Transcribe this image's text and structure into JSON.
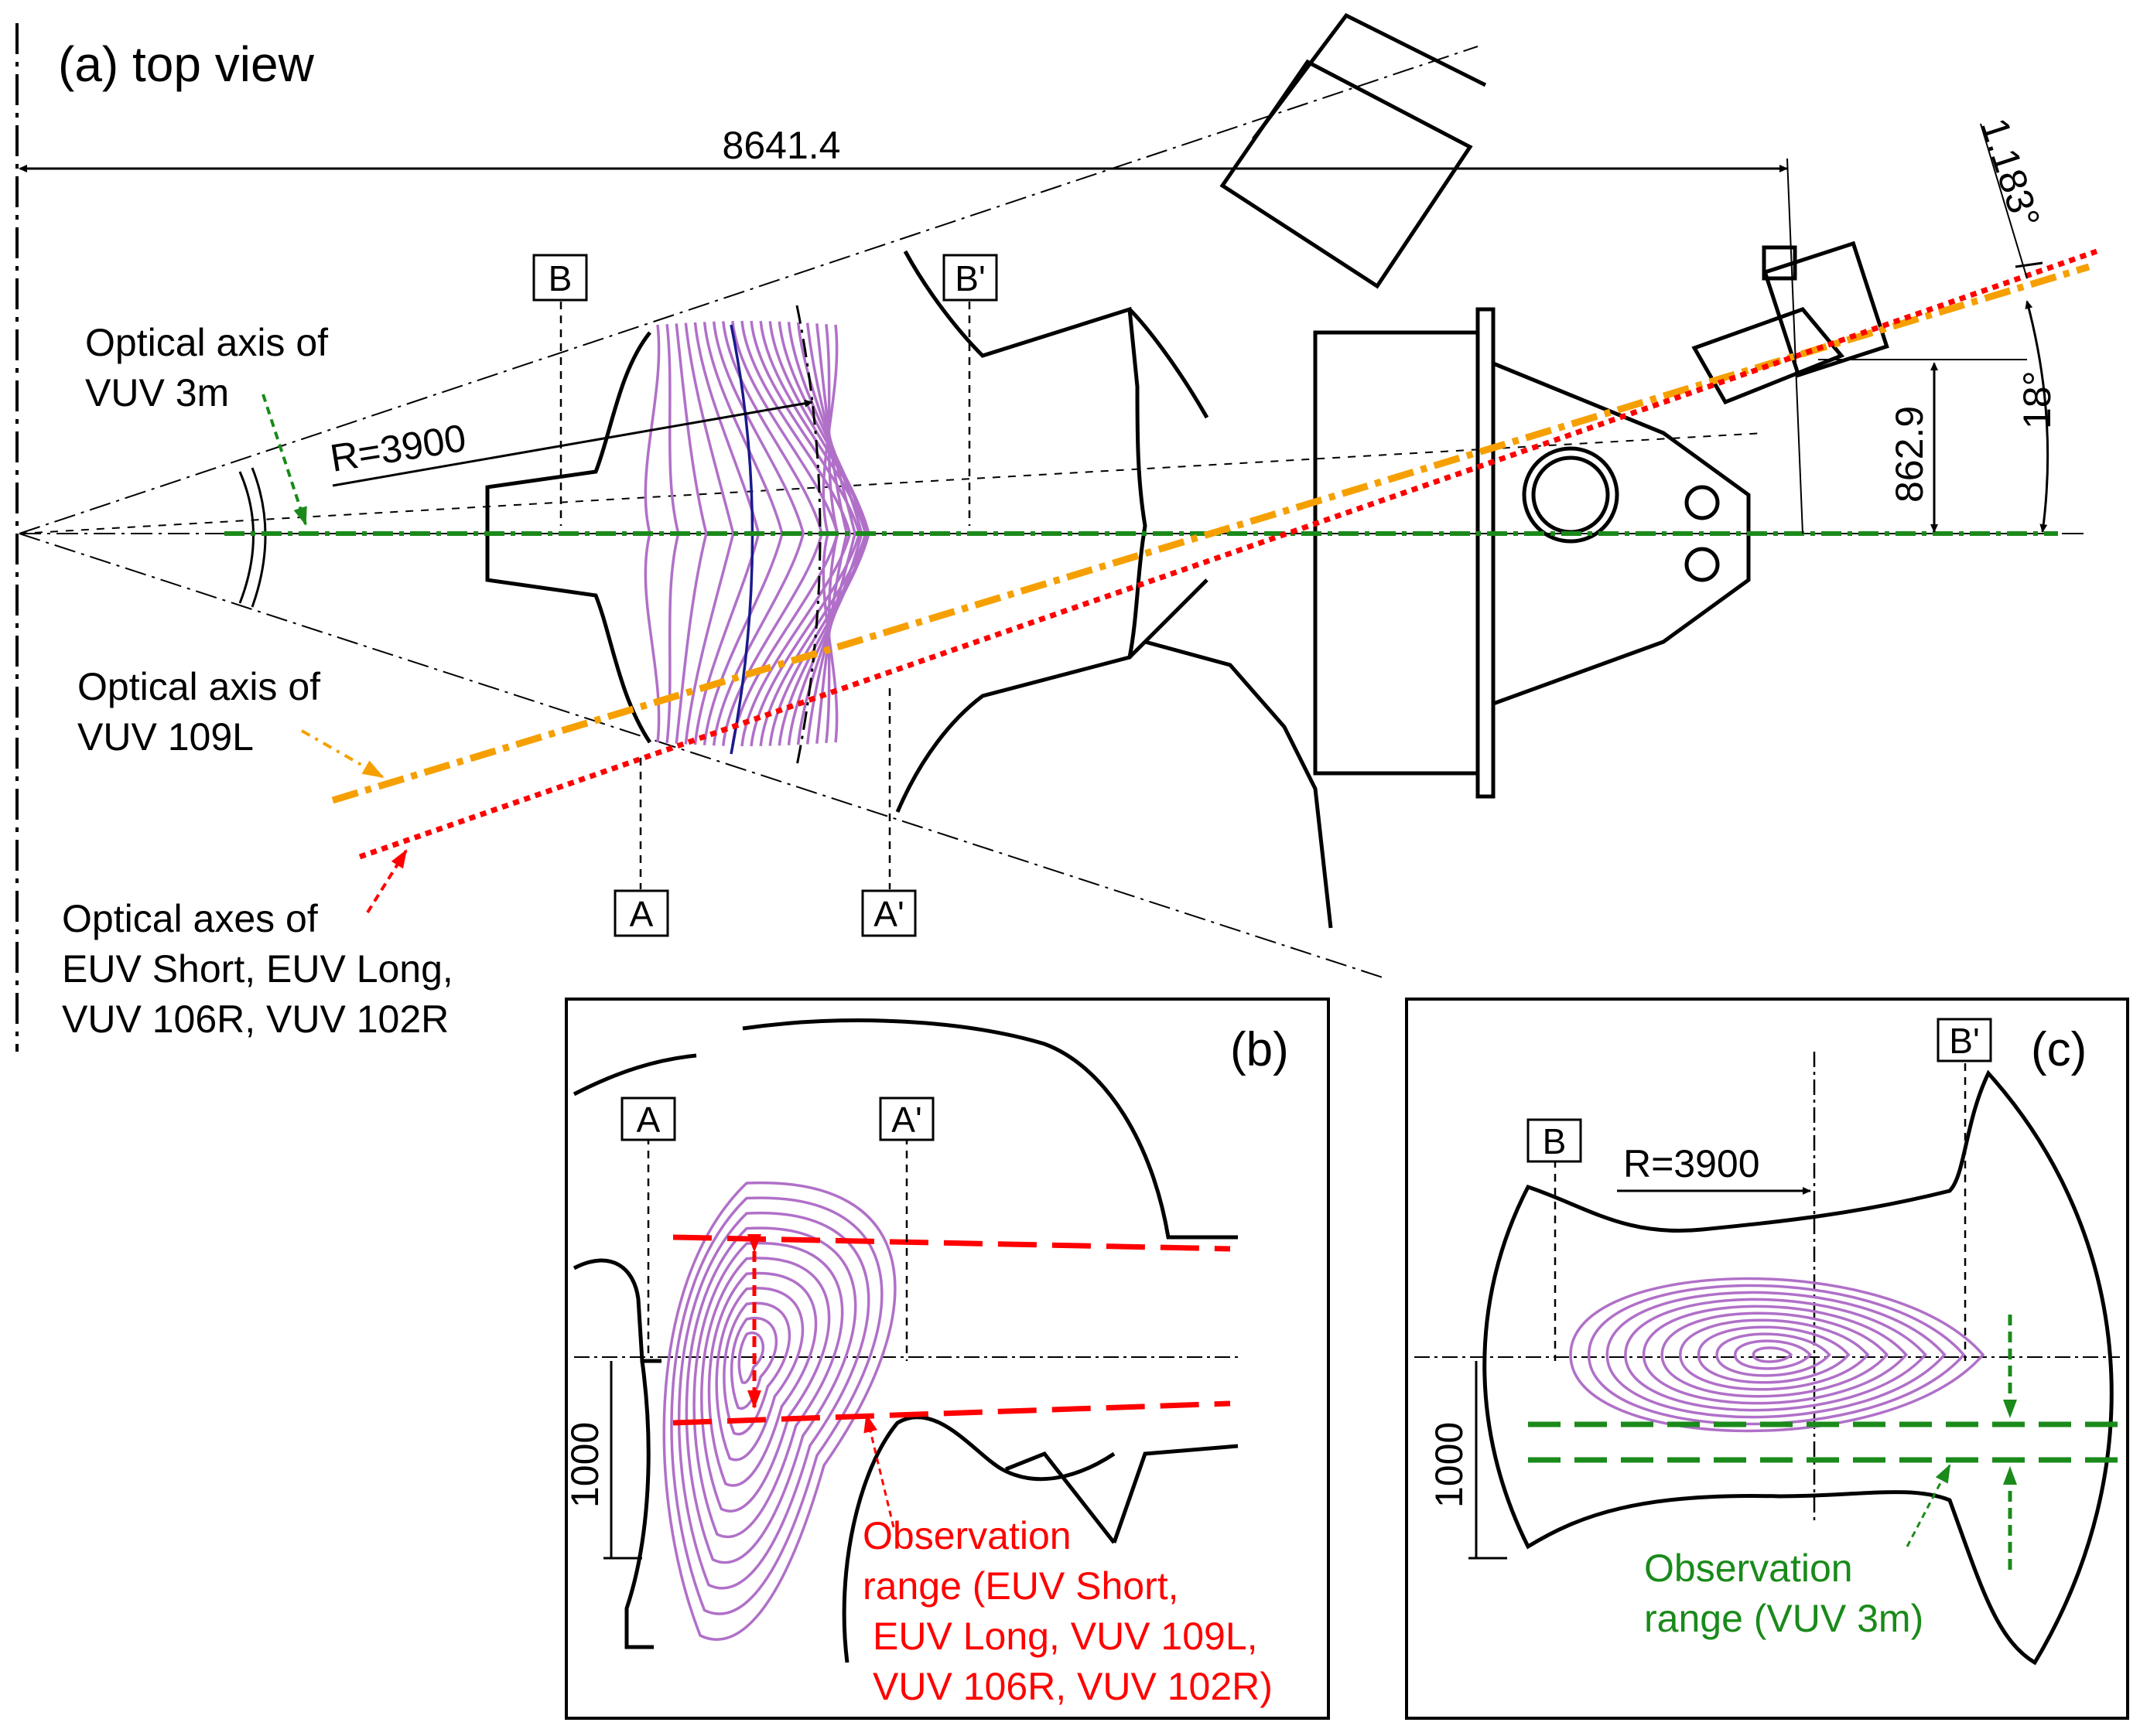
{
  "panel_a": {
    "title": "(a) top view",
    "dim_top": "8641.4",
    "angle_small": "1.183°",
    "angle_large": "18°",
    "dim_right": "862.9",
    "radius_label": "R=3900",
    "section_labels": [
      "A",
      "A'",
      "B",
      "B'"
    ],
    "vuv3m_label_line1": "Optical axis of",
    "vuv3m_label_line2": "VUV 3m",
    "vuv109l_label_line1": "Optical axis of",
    "vuv109l_label_line2": "VUV 109L",
    "euv_label_line1": "Optical axes of",
    "euv_label_line2": "EUV Short, EUV Long,",
    "euv_label_line3": "VUV 106R, VUV 102R"
  },
  "panel_b": {
    "tag": "(b)",
    "label_a": "A",
    "label_a_prime": "A'",
    "scale_label": "1000",
    "obs_line1": "Observation",
    "obs_line2": "range (EUV Short,",
    "obs_line3": "EUV Long, VUV 109L,",
    "obs_line4": "VUV 106R, VUV 102R)"
  },
  "panel_c": {
    "tag": "(c)",
    "label_b": "B",
    "label_b_prime": "B'",
    "radius_label": "R=3900",
    "scale_label": "1000",
    "obs_line1": "Observation",
    "obs_line2": "range (VUV 3m)"
  },
  "colors": {
    "green_axis": "#1a8a1a",
    "orange_axis": "#f5a000",
    "red_axis": "#ff0000",
    "flux_surface": "#b070c8",
    "lcfs": "#1a1a8c"
  }
}
